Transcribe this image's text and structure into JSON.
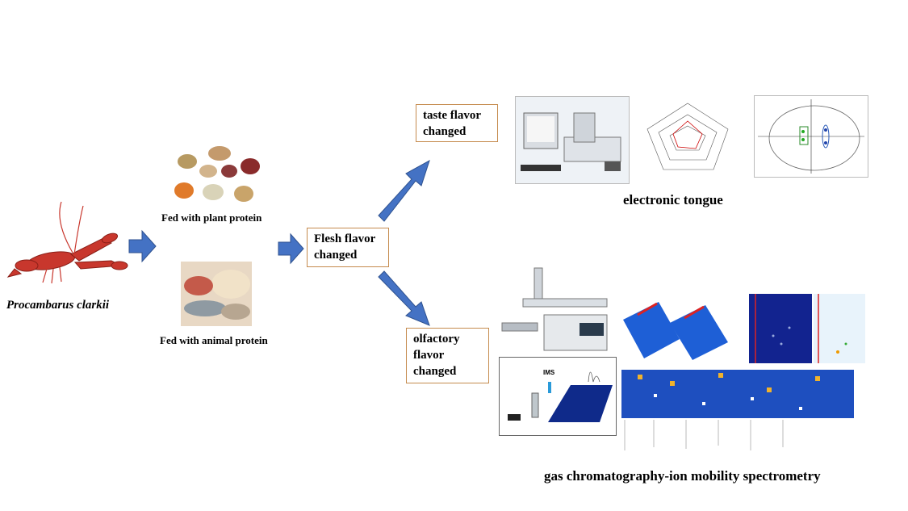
{
  "species": "Procambarus clarkii",
  "diet_plant": "Fed with plant protein",
  "diet_animal": "Fed with animal protein",
  "flesh_box": "Flesh flavor changed",
  "taste_box": "taste flavor changed",
  "olfactory_box": "olfactory flavor changed",
  "etongue_caption": "electronic tongue",
  "gcims_caption": "gas chromatography-ion mobility spectrometry",
  "gcims_ims_label": "IMS",
  "colors": {
    "arrow": "#4472c4",
    "arrow_edge": "#2f528f",
    "box_border": "#c58b4e",
    "crayfish": "#c8372d"
  }
}
